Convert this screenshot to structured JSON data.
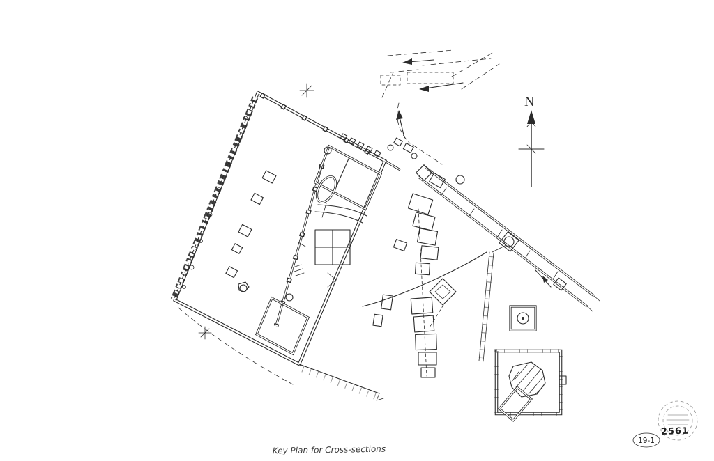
{
  "page": {
    "paper_color": "#ffffff",
    "ink_color": "#2b2b2b"
  },
  "labels": {
    "north": "N",
    "caption": "Key Plan for Cross-sections",
    "stamp_number": "2561",
    "plate_ref": "19-1"
  }
}
